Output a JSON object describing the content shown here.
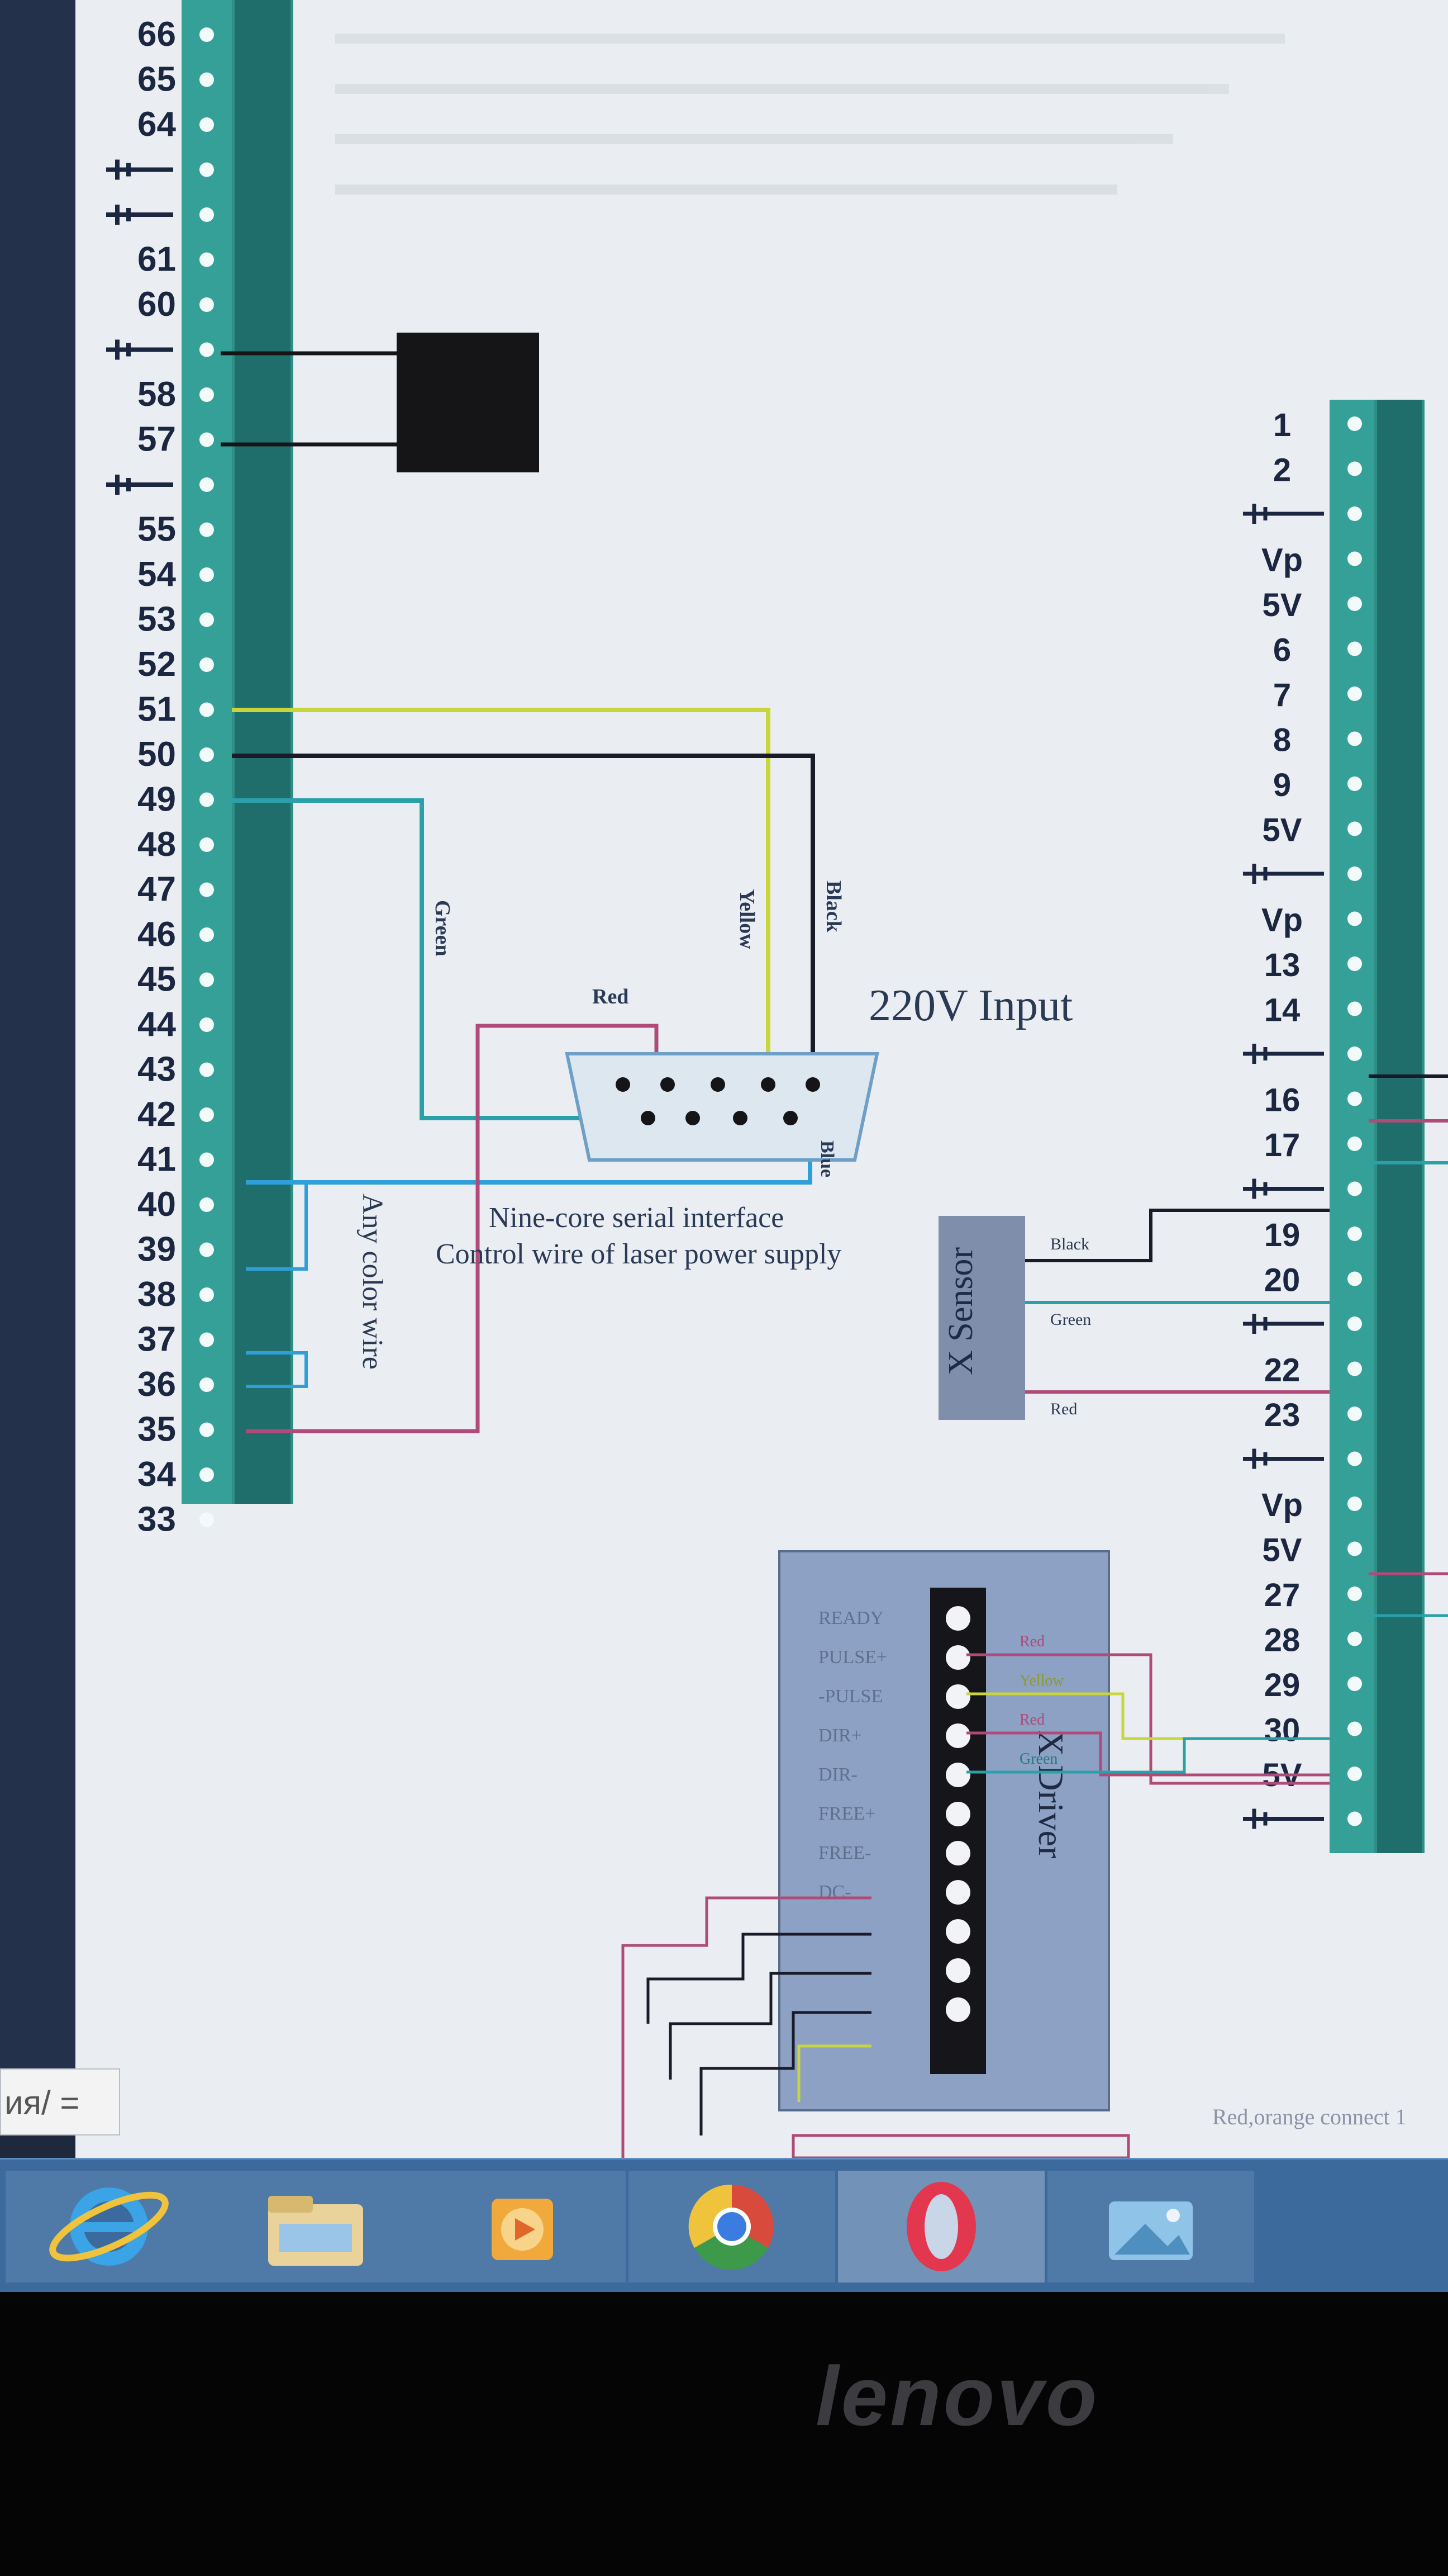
{
  "diagram": {
    "left_terminal_numbers": [
      "66",
      "65",
      "64",
      "",
      "",
      "61",
      "60",
      "",
      "58",
      "57",
      "",
      "55",
      "54",
      "53",
      "52",
      "51",
      "50",
      "49",
      "48",
      "47",
      "46",
      "45",
      "44",
      "43",
      "42",
      "41",
      "40",
      "39",
      "38",
      "37",
      "36",
      "35",
      "34",
      "33"
    ],
    "right_terminal_labels": [
      "1",
      "2",
      "",
      "Vp",
      "5V",
      "6",
      "7",
      "8",
      "9",
      "5V",
      "",
      "Vp",
      "13",
      "14",
      "",
      "16",
      "17",
      "",
      "19",
      "20",
      "",
      "22",
      "23",
      "",
      "Vp",
      "5V",
      "27",
      "28",
      "29",
      "30",
      "5V",
      ""
    ],
    "wire_labels": {
      "green": "Green",
      "yellow": "Yellow",
      "black": "Black",
      "red": "Red",
      "blue": "Blue",
      "any_color": "Any color wire"
    },
    "input_label": "220V Input",
    "serial_caption": "Nine-core serial interface",
    "control_caption": "Control wire of laser power supply",
    "sensor": {
      "title": "X Sensor",
      "wires": [
        "Black",
        "Green",
        "Red"
      ]
    },
    "driver": {
      "title": "X Driver",
      "pins": [
        "READY",
        "PULSE+",
        "-PULSE",
        "DIR+",
        "DIR-",
        "FREE+",
        "FREE-",
        "DC-"
      ],
      "wires": [
        "Red",
        "Yellow",
        "Red",
        "Green"
      ]
    },
    "note": "Red,orange connect 1",
    "colors": {
      "green": "#2aa0a8",
      "yellow": "#c8d63a",
      "black": "#1a1a28",
      "red": "#b04a78",
      "blue": "#2f9fd9"
    }
  },
  "address_bar_text": "ия/ =",
  "taskbar": {
    "items": [
      "internet-explorer-icon",
      "file-explorer-icon",
      "media-player-icon",
      "chrome-icon",
      "opera-icon",
      "photos-icon"
    ],
    "active_index": 4
  },
  "laptop_brand": "lenovo"
}
